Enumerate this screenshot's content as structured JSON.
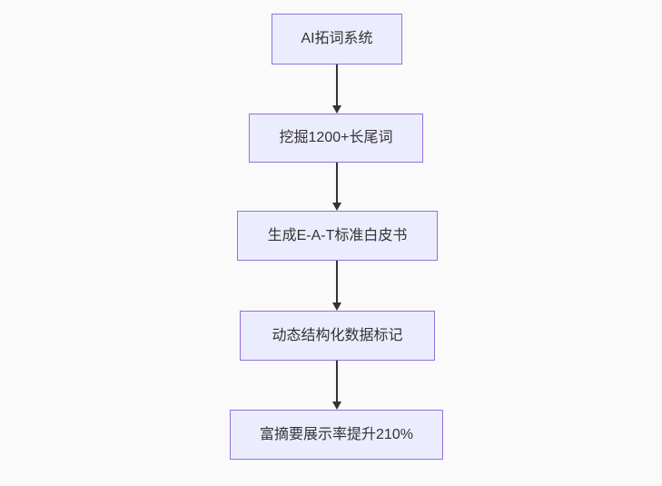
{
  "flowchart": {
    "type": "flowchart",
    "direction": "top-down",
    "nodes": [
      {
        "label": "AI拓词系统"
      },
      {
        "label": "挖掘1200+长尾词"
      },
      {
        "label": "生成E-A-T标准白皮书"
      },
      {
        "label": "动态结构化数据标记"
      },
      {
        "label": "富摘要展示率提升210%"
      }
    ],
    "edges": [
      {
        "from": "AI拓词系统",
        "to": "挖掘1200+长尾词"
      },
      {
        "from": "挖掘1200+长尾词",
        "to": "生成E-A-T标准白皮书"
      },
      {
        "from": "生成E-A-T标准白皮书",
        "to": "动态结构化数据标记"
      },
      {
        "from": "动态结构化数据标记",
        "to": "富摘要展示率提升210%"
      }
    ],
    "colors": {
      "node_fill": "#ECECFF",
      "node_border": "#9370DB",
      "arrow": "#333333",
      "text": "#333333",
      "background": "#FAFAFA"
    }
  }
}
